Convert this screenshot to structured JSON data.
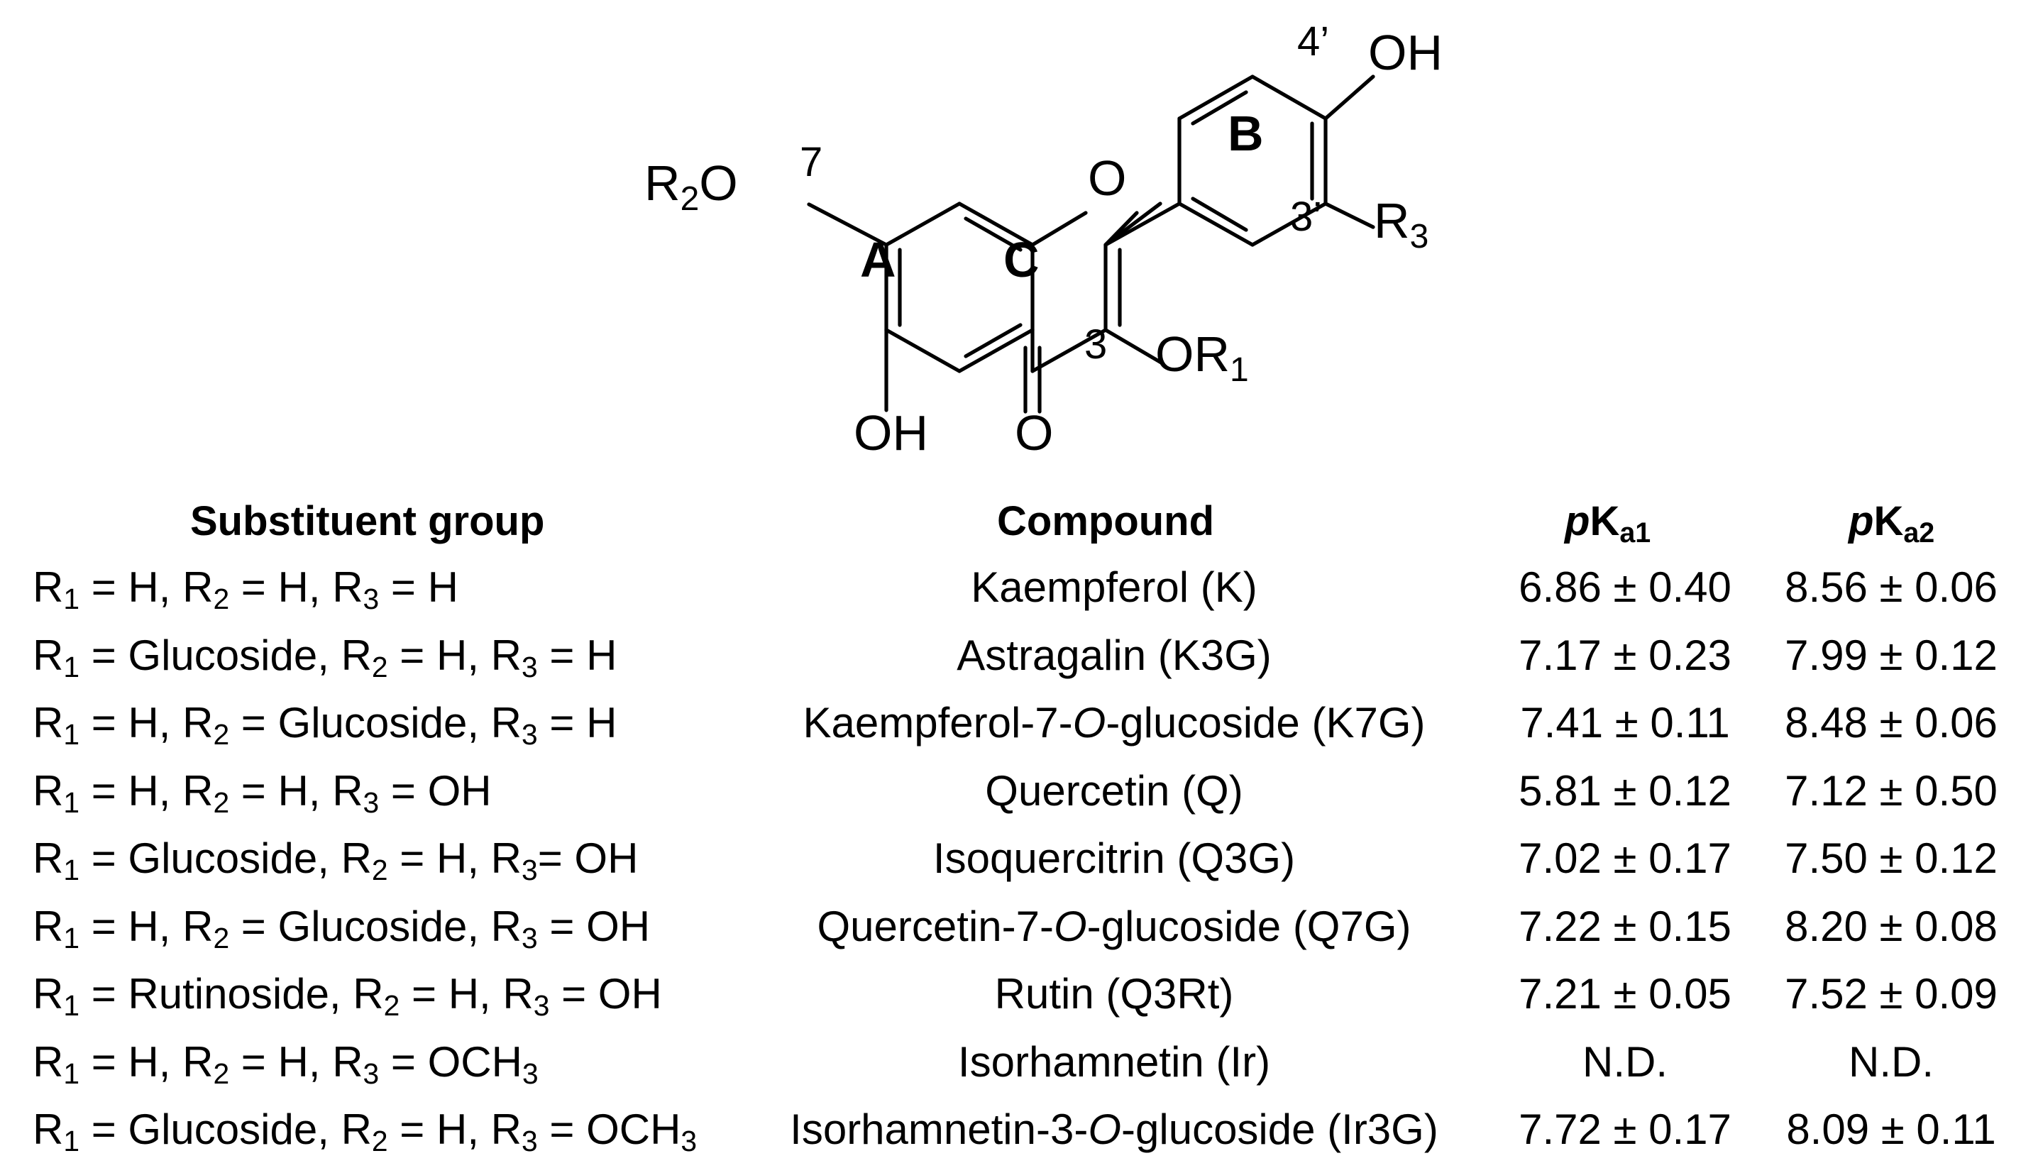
{
  "structure": {
    "labels": {
      "r2o": "R2O",
      "pos7": "7",
      "ring_a": "A",
      "ring_c": "C",
      "ring_b": "B",
      "ring_o": "O",
      "oh_5": "OH",
      "carbonyl_o": "O",
      "pos3": "3",
      "or1": "OR1",
      "pos3p": "3’",
      "r3": "R3",
      "pos4p": "4’",
      "oh_4p": "OH"
    }
  },
  "table": {
    "headers": {
      "substituent": "Substituent group",
      "compound": "Compound",
      "pka1": "pKa1",
      "pka2": "pKa2"
    },
    "rows": [
      {
        "substituent": "R1 = H, R2 = H, R3 = H",
        "compound": "Kaempferol (K)",
        "pka1": "6.86 ± 0.40",
        "pka2": "8.56 ± 0.06"
      },
      {
        "substituent": "R1 = Glucoside, R2 = H, R3 = H",
        "compound": "Astragalin (K3G)",
        "pka1": "7.17 ± 0.23",
        "pka2": "7.99 ± 0.12"
      },
      {
        "substituent": "R1 = H, R2 = Glucoside, R3 = H",
        "compound": "Kaempferol-7-O-glucoside (K7G)",
        "pka1": "7.41 ± 0.11",
        "pka2": "8.48 ± 0.06"
      },
      {
        "substituent": "R1 = H, R2 = H, R3 = OH",
        "compound": "Quercetin (Q)",
        "pka1": "5.81 ± 0.12",
        "pka2": "7.12 ± 0.50"
      },
      {
        "substituent": "R1 = Glucoside, R2 = H, R3= OH",
        "compound": "Isoquercitrin (Q3G)",
        "pka1": "7.02 ± 0.17",
        "pka2": "7.50 ± 0.12"
      },
      {
        "substituent": "R1 = H, R2 = Glucoside, R3 = OH",
        "compound": "Quercetin-7-O-glucoside (Q7G)",
        "pka1": "7.22 ± 0.15",
        "pka2": "8.20 ± 0.08"
      },
      {
        "substituent": "R1 = Rutinoside, R2 = H, R3 = OH",
        "compound": "Rutin (Q3Rt)",
        "pka1": "7.21 ± 0.05",
        "pka2": "7.52 ± 0.09"
      },
      {
        "substituent": "R1 = H, R2 = H, R3 = OCH3",
        "compound": "Isorhamnetin (Ir)",
        "pka1": "N.D.",
        "pka2": "N.D."
      },
      {
        "substituent": "R1 = Glucoside, R2 = H, R3 = OCH3",
        "compound": "Isorhamnetin-3-O-glucoside (Ir3G)",
        "pka1": "7.72 ± 0.17",
        "pka2": "8.09 ± 0.11"
      }
    ]
  }
}
